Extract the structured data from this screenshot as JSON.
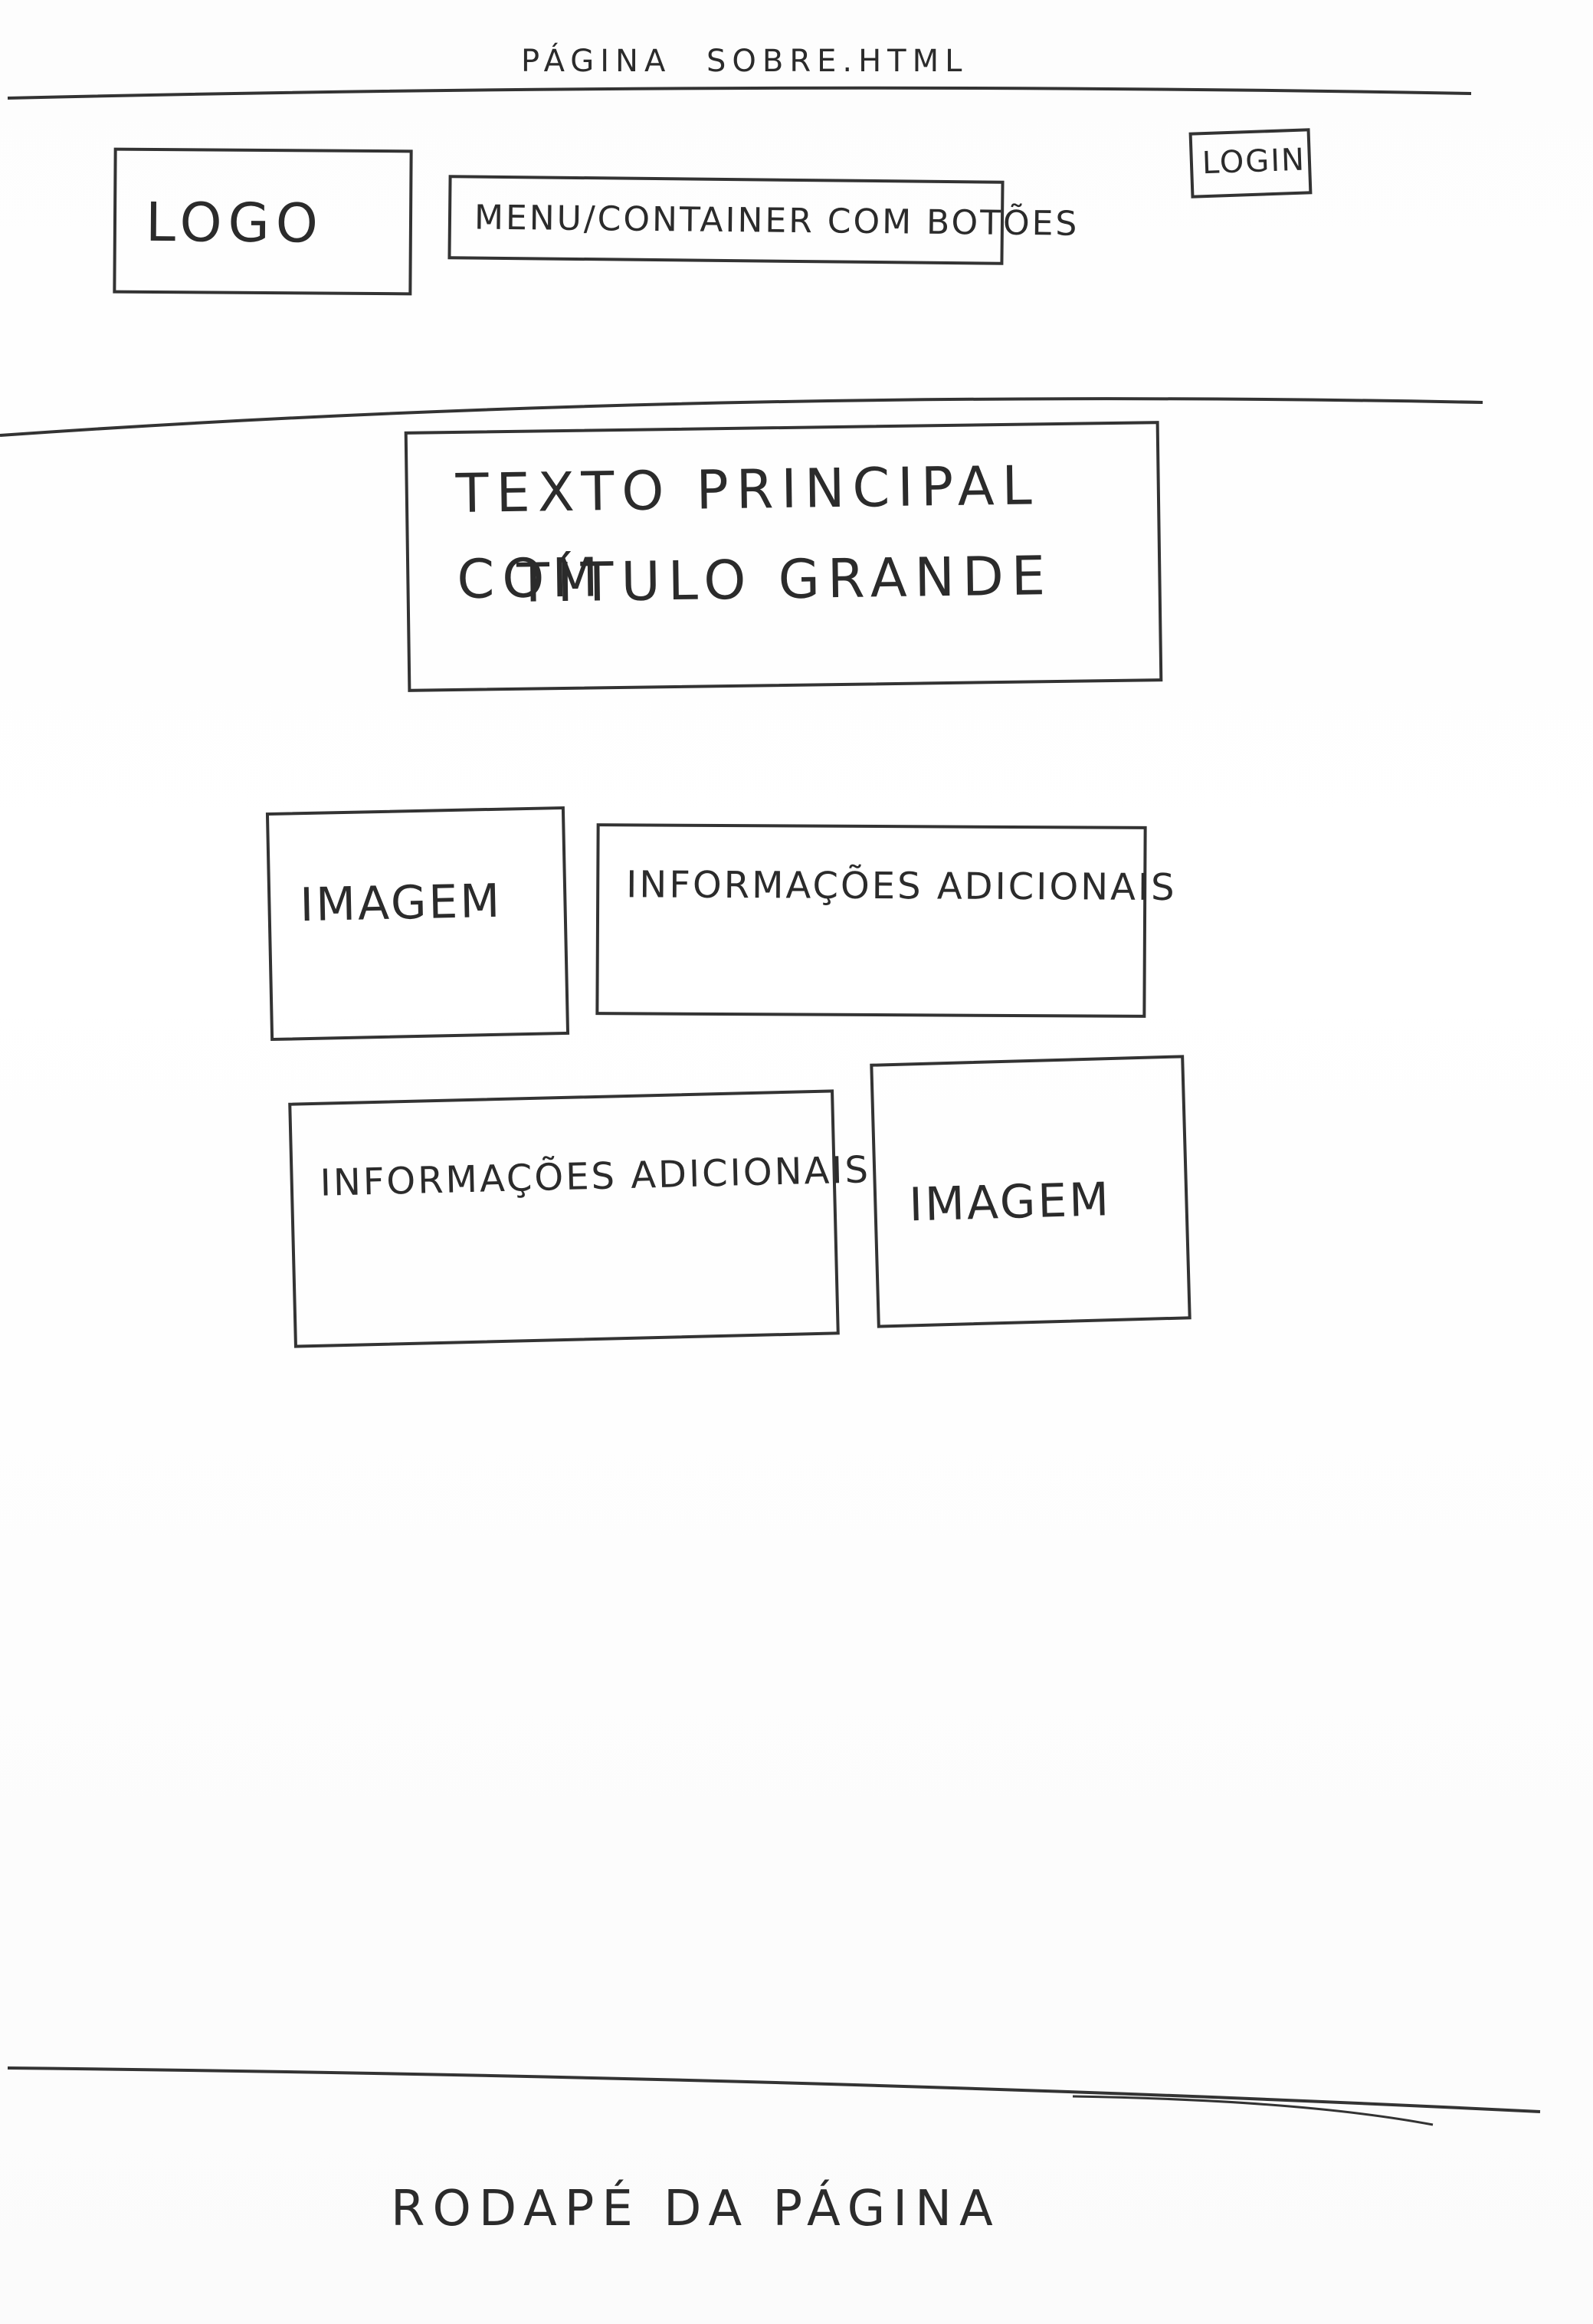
{
  "page": {
    "header_label": "PÁGINA",
    "file_label": "SOBRE.HTML"
  },
  "header": {
    "logo": "LOGO",
    "menu": "MENU/CONTAINER COM BOTÕES",
    "login": "LOGIN"
  },
  "hero": {
    "title_line1": "TEXTO PRINCIPAL COM",
    "title_line2": "TÍTULO GRANDE"
  },
  "content_row1": {
    "image": "IMAGEM",
    "info": "INFORMAÇÕES ADICIONAIS"
  },
  "content_row2": {
    "info": "INFORMAÇÕES ADICIONAIS",
    "image": "IMAGEM"
  },
  "footer": {
    "text": "RODAPÉ DA PÁGINA"
  },
  "colors": {
    "ink": "#2b2b2b",
    "paper": "#ffffff"
  }
}
